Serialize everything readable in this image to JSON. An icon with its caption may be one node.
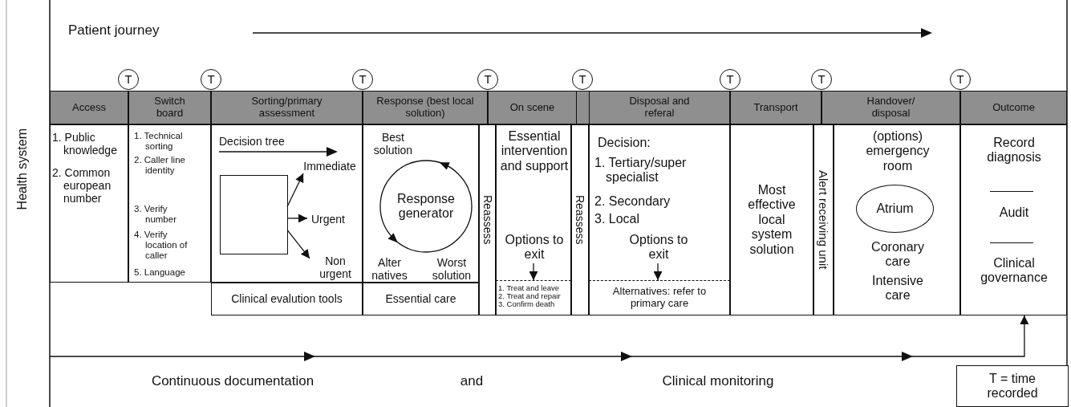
{
  "diagram": {
    "nodes": [
      {
        "text": [
          "Access"
        ]
      },
      {
        "text": [
          "Switch board"
        ]
      },
      {
        "text": [
          "Sorting/primary assessment"
        ]
      },
      {
        "text": [
          "Response (best local solution)"
        ]
      },
      {
        "text": [
          "On scene"
        ]
      },
      {
        "text": [
          "Disposal and referal"
        ]
      },
      {
        "text": [
          "Transport"
        ]
      },
      {
        "text": [
          "Handover/ disposal"
        ]
      },
      {
        "text": [
          "Outcome"
        ]
      },
      {
        "text": [
          "T"
        ]
      },
      {
        "text": [
          "T"
        ]
      },
      {
        "text": [
          "T"
        ]
      },
      {
        "text": [
          "T"
        ]
      },
      {
        "text": [
          "T"
        ]
      },
      {
        "text": [
          "T"
        ]
      },
      {
        "text": [
          "T"
        ]
      },
      {
        "text": [
          "T"
        ]
      },
      {
        "text": [
          "1. Public knowledge",
          "2. Common european number"
        ]
      },
      {
        "text": [
          "1. Technical sorting",
          "2. Caller line identity",
          "3. Verify number",
          "4. Verify location of caller",
          "5. Language"
        ]
      },
      {
        "text": [
          "Decision tree"
        ]
      },
      {
        "text": [],
        "shape": "box",
        "in": 19
      },
      {
        "text": [
          "Immediate"
        ],
        "in": 19
      },
      {
        "text": [
          "Urgent"
        ],
        "in": 19
      },
      {
        "text": [
          "Non urgent"
        ],
        "in": 19
      },
      {
        "text": [
          "Clinical evalution tools"
        ]
      },
      {
        "text": [
          "Best solution",
          "Alter natives",
          "Worst solution"
        ]
      },
      {
        "text": [
          "Response generator"
        ],
        "in": 25
      },
      {
        "text": [
          "Essential care"
        ]
      },
      {
        "text": [
          "Reassess"
        ]
      },
      {
        "text": [
          "Essential intervention and support"
        ]
      },
      {
        "text": [
          "Options to exit"
        ],
        "in": 29
      },
      {
        "text": [
          "1. Treat and leave",
          "2. Treat and repair",
          "3. Confirm death"
        ]
      },
      {
        "text": [
          "Reassess"
        ]
      },
      {
        "text": [
          "Decision:",
          "1. Tertiary/super specialist",
          "2. Secondary",
          "3. Local"
        ]
      },
      {
        "text": [
          "Options to exit"
        ],
        "in": 33
      },
      {
        "text": [
          "Alternatives: refer to primary care"
        ]
      },
      {
        "text": [
          "Most effective local system solution"
        ]
      },
      {
        "text": [
          "Alert receiving unit"
        ]
      },
      {
        "text": [
          "(options) emergency room",
          "Coronary care",
          "Intensive care"
        ]
      },
      {
        "text": [
          "Atrium"
        ],
        "in": 38
      },
      {
        "text": [
          "Record diagnosis",
          "Audit",
          "Clinical governance"
        ]
      },
      {
        "text": [
          "T = time recorded"
        ]
      }
    ],
    "edges": [
      {
        "from": 20,
        "to": 21,
        "arrow": "to"
      },
      {
        "from": 20,
        "to": 22,
        "arrow": "to"
      },
      {
        "from": 20,
        "to": 23,
        "arrow": "to"
      },
      {
        "from": 30,
        "to": 31,
        "arrow": "to"
      },
      {
        "from": 34,
        "to": 35,
        "arrow": "to"
      },
      {
        "from": null,
        "to": 40,
        "arrow": "to"
      }
    ],
    "labels": [
      "Patient journey",
      "Health system",
      "Continuous documentation",
      "and",
      "Clinical monitoring"
    ]
  }
}
